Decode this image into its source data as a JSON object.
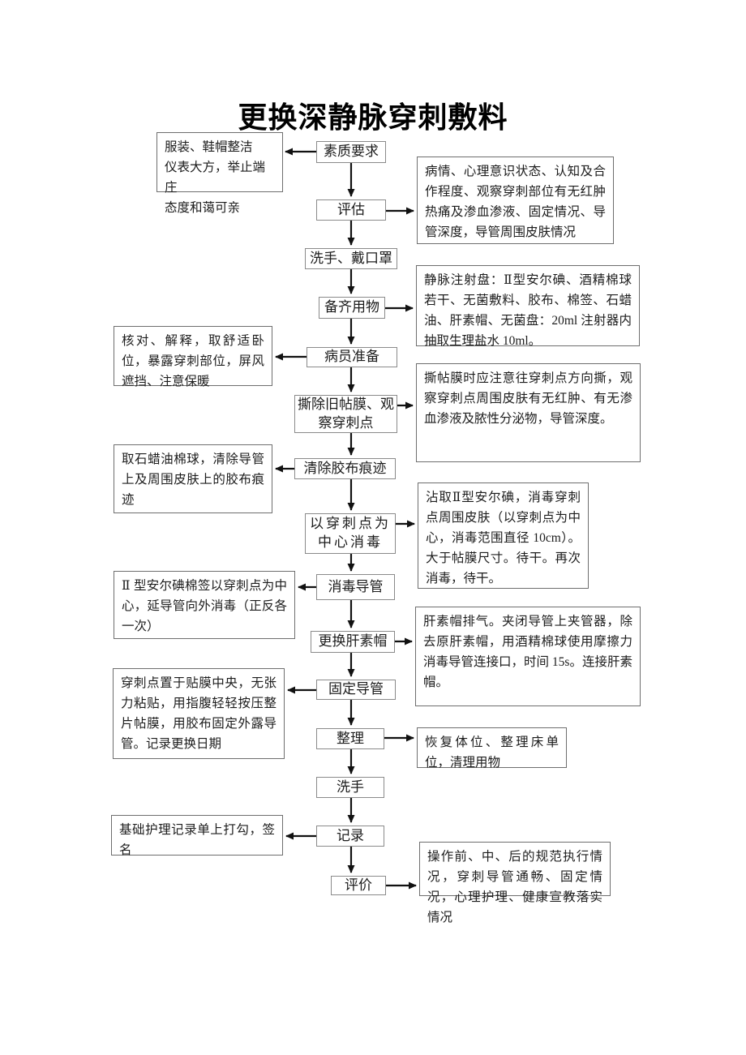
{
  "title": "更换深静脉穿刺敷料",
  "colors": {
    "bg": "#ffffff",
    "text": "#1a1a1a",
    "border": "#777777",
    "arrow": "#111111"
  },
  "steps": [
    "素质要求",
    "评估",
    "洗手、戴口罩",
    "备齐用物",
    "病员准备",
    "撕除旧帖膜、观察穿刺点",
    "清除胶布痕迹",
    "以穿刺点为中心消毒",
    "消毒导管",
    "更换肝素帽",
    "固定导管",
    "整理",
    "洗手",
    "记录",
    "评价"
  ],
  "left_notes": [
    "服装、鞋帽整洁\n仪表大方，举止端庄\n态度和蔼可亲",
    "核对、解释，取舒适卧位，暴露穿刺部位，屏风遮挡、注意保暖",
    "取石蜡油棉球，清除导管上及周围皮肤上的胶布痕迹",
    "Ⅱ 型安尔碘棉签以穿刺点为中心，延导管向外消毒（正反各一次）",
    "穿刺点置于贴膜中央，无张力粘贴，用指腹轻轻按压整片帖膜，用胶布固定外露导管。记录更换日期",
    "基础护理记录单上打勾，签名"
  ],
  "right_notes": [
    "病情、心理意识状态、认知及合作程度、观察穿刺部位有无红肿热痛及渗血渗液、固定情况、导管深度，导管周围皮肤情况",
    "静脉注射盘：Ⅱ型安尔碘、酒精棉球若干、无菌敷料、胶布、棉签、石蜡油、肝素帽、无菌盘：20ml 注射器内抽取生理盐水 10ml。",
    "撕帖膜时应注意往穿刺点方向撕，观察穿刺点周围皮肤有无红肿、有无渗血渗液及脓性分泌物，导管深度。",
    "沾取Ⅱ型安尔碘，消毒穿刺点周围皮肤（以穿刺点为中心，消毒范围直径 10cm）。大于帖膜尺寸。待干。再次消毒，待干。",
    "肝素帽排气。夹闭导管上夹管器，除去原肝素帽，用酒精棉球使用摩擦力消毒导管连接口，时间 15s。连接肝素帽。",
    "恢复体位、整理床单位，清理用物",
    "操作前、中、后的规范执行情况，穿刺导管通畅、固定情况，心理护理、健康宣教落实情况"
  ]
}
